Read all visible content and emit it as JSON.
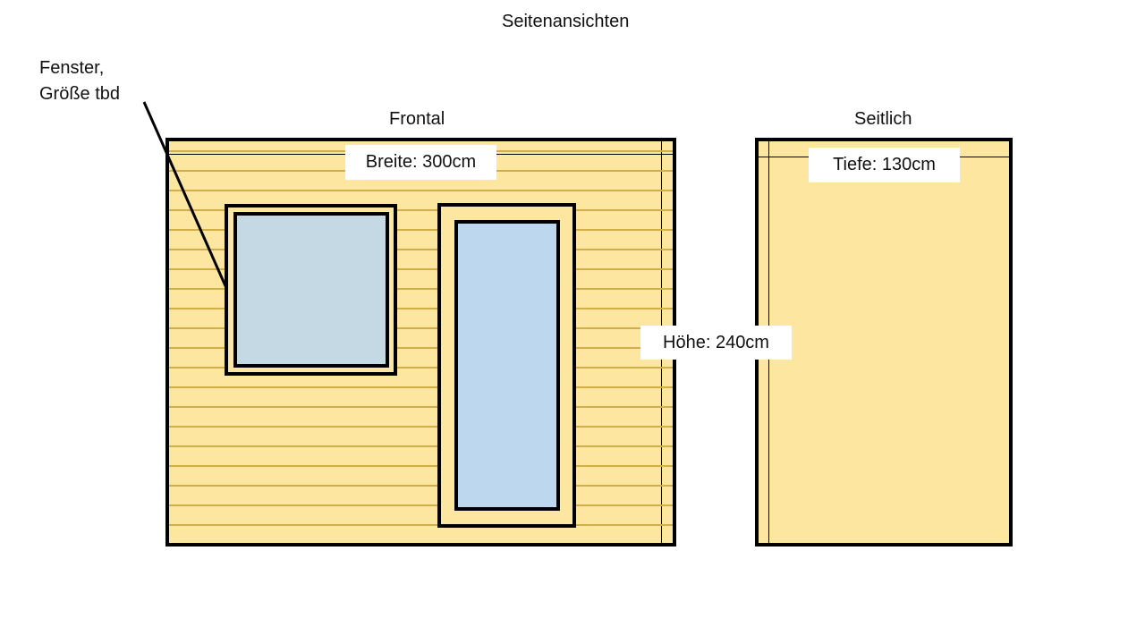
{
  "title": "Seitenansichten",
  "annotation": {
    "line1": "Fenster,",
    "line2": "Größe tbd"
  },
  "views": {
    "front": {
      "heading": "Frontal",
      "width_label": "Breite: 300cm"
    },
    "side": {
      "heading": "Seitlich",
      "depth_label": "Tiefe: 130cm"
    }
  },
  "height_label": "Höhe: 240cm",
  "colors": {
    "wall": "#fde6a0",
    "plank_line": "#d2ae4a",
    "window_small_glass": "#c4d9e4",
    "window_tall_glass": "#bdd7ee",
    "outline": "#000000"
  }
}
